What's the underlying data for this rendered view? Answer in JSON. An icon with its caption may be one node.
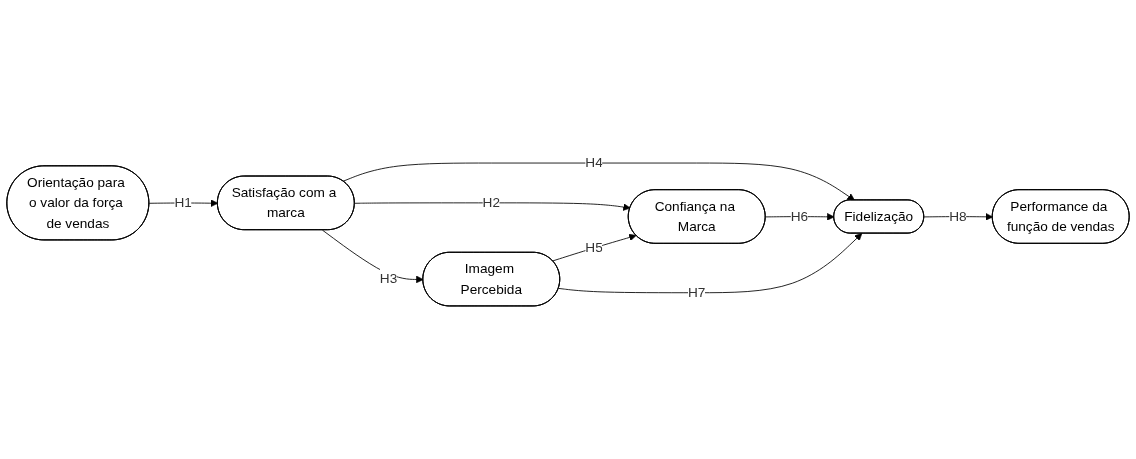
{
  "diagram": {
    "nodes": [
      {
        "text": [
          "Orientação para o valor da força de vendas"
        ]
      },
      {
        "text": [
          "Satisfação com a marca"
        ]
      },
      {
        "text": [
          "Confiança na Marca"
        ]
      },
      {
        "text": [
          "Imagem Percebida"
        ]
      },
      {
        "text": [
          "Fidelização"
        ]
      },
      {
        "text": [
          "Performance da função de vendas"
        ]
      }
    ],
    "edges": [
      {
        "from": 0,
        "to": 1,
        "arrow": "to",
        "label": "H1"
      },
      {
        "from": 1,
        "to": 2,
        "arrow": "to",
        "label": "H2"
      },
      {
        "from": 1,
        "to": 4,
        "arrow": "to",
        "label": "H4"
      },
      {
        "from": 1,
        "to": 3,
        "arrow": "to",
        "label": "H3"
      },
      {
        "from": 3,
        "to": 2,
        "arrow": "to",
        "label": "H5"
      },
      {
        "from": 2,
        "to": 4,
        "arrow": "to",
        "label": "H6"
      },
      {
        "from": 3,
        "to": 4,
        "arrow": "to",
        "label": "H7"
      },
      {
        "from": 4,
        "to": 5,
        "arrow": "to",
        "label": "H8"
      }
    ]
  }
}
